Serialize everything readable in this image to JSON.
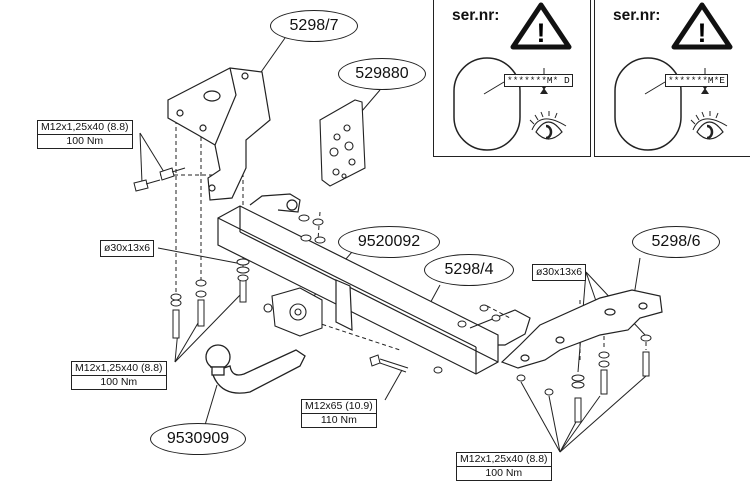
{
  "part_numbers": {
    "bracket_left": "5298/7",
    "bolt_kit": "529880",
    "electric_socket": "9520092",
    "crossbar": "5298/4",
    "bracket_right": "5298/6",
    "ball_neck": "9530909"
  },
  "specs": {
    "bolt_left_top": {
      "size": "M12x1,25x40 (8.8)",
      "torque": "100 Nm"
    },
    "bolt_left_bottom": {
      "size": "M12x1,25x40 (8.8)",
      "torque": "100 Nm"
    },
    "bolt_center": {
      "size": "M12x65 (10.9)",
      "torque": "110 Nm"
    },
    "bolt_right_bottom": {
      "size": "M12x1,25x40 (8.8)",
      "torque": "100 Nm"
    }
  },
  "washers": {
    "left": "ø30x13x6",
    "right": "ø30x13x6"
  },
  "insets": [
    {
      "label": "ser.nr:",
      "code": "*******M* D"
    },
    {
      "label": "ser.nr:",
      "code": "*******M*E"
    }
  ],
  "warning_symbol": "!",
  "icons": [
    "warning-triangle-icon",
    "eye-icon"
  ]
}
